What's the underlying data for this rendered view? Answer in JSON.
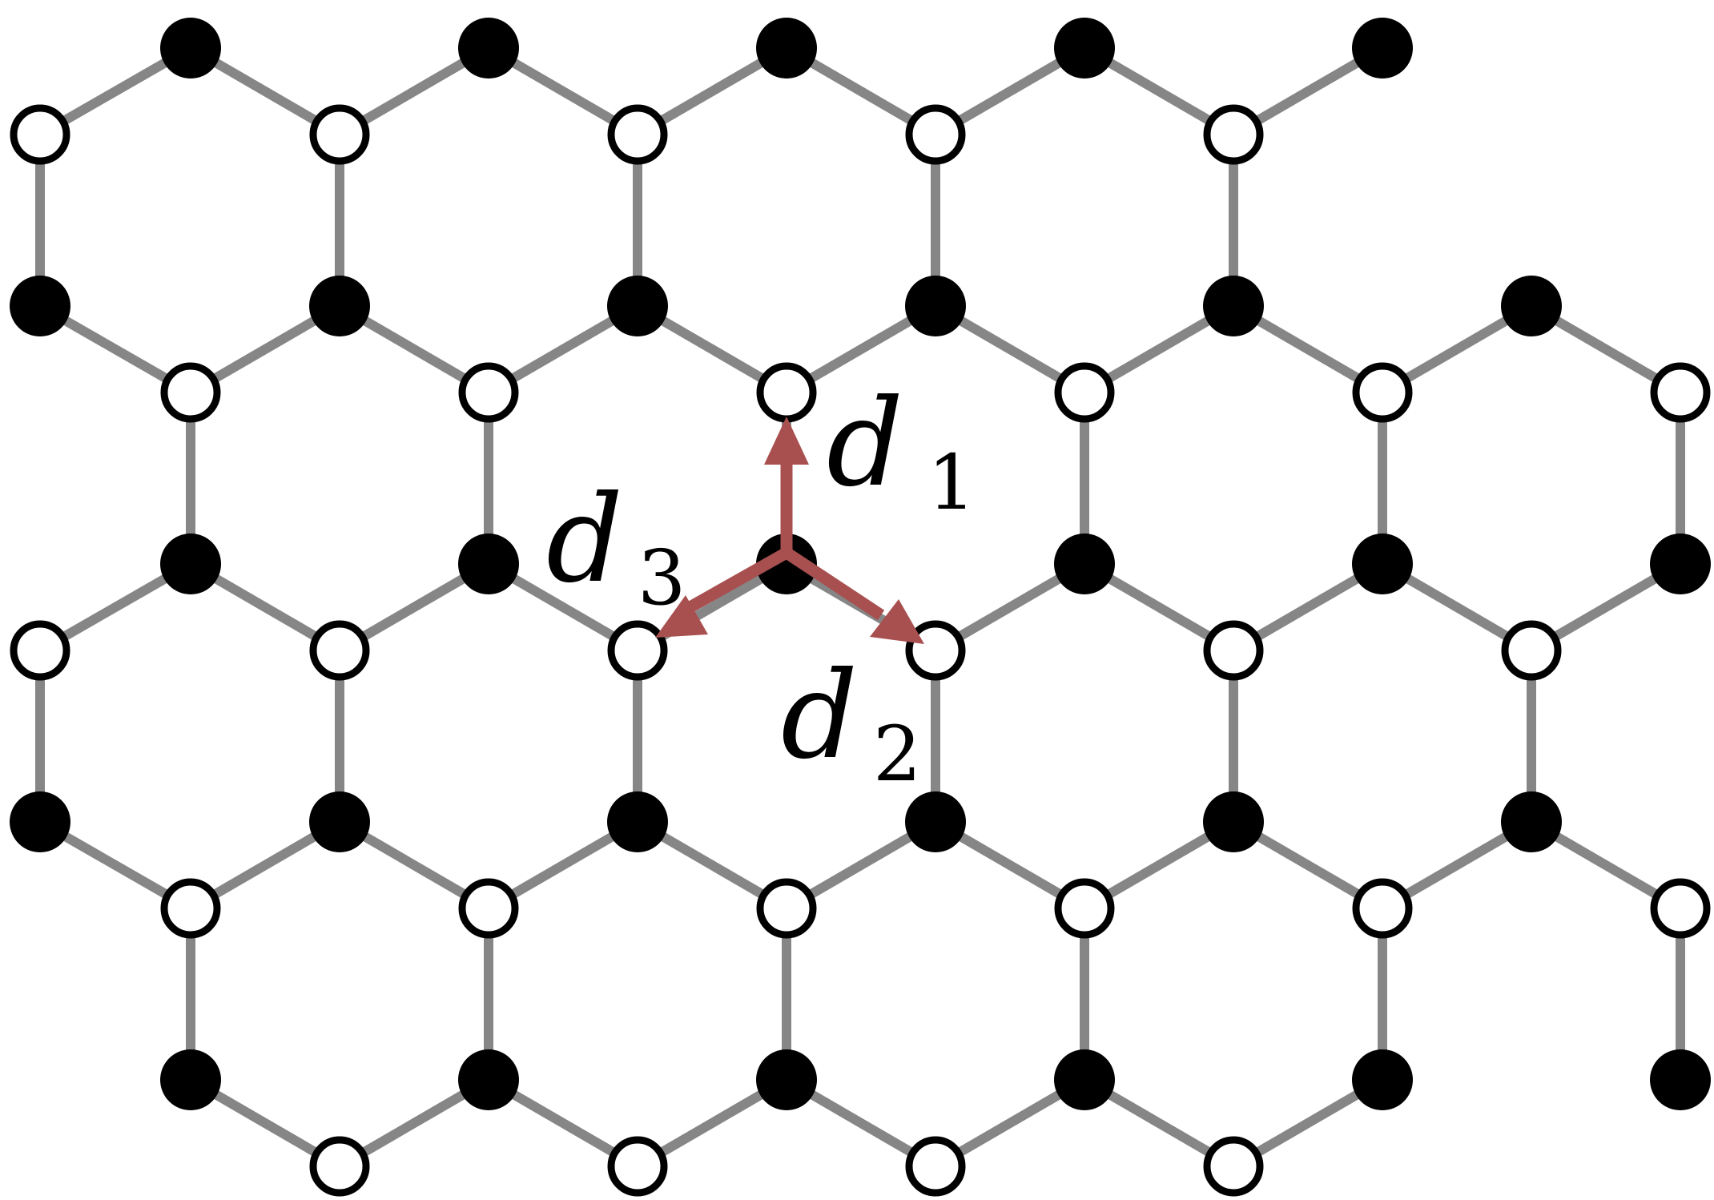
{
  "lattice": {
    "name": "honeycomb",
    "sublattice_a": {
      "marker": "filled-circle",
      "color": "#000000"
    },
    "sublattice_b": {
      "marker": "open-circle",
      "color": "#ffffff",
      "outline": "#000000"
    },
    "bond_color": "#868686"
  },
  "vectors": {
    "color": "#a85050",
    "d1": {
      "base": "d",
      "subscript": "1"
    },
    "d2": {
      "base": "d",
      "subscript": "2"
    },
    "d3": {
      "base": "d",
      "subscript": "3"
    }
  }
}
